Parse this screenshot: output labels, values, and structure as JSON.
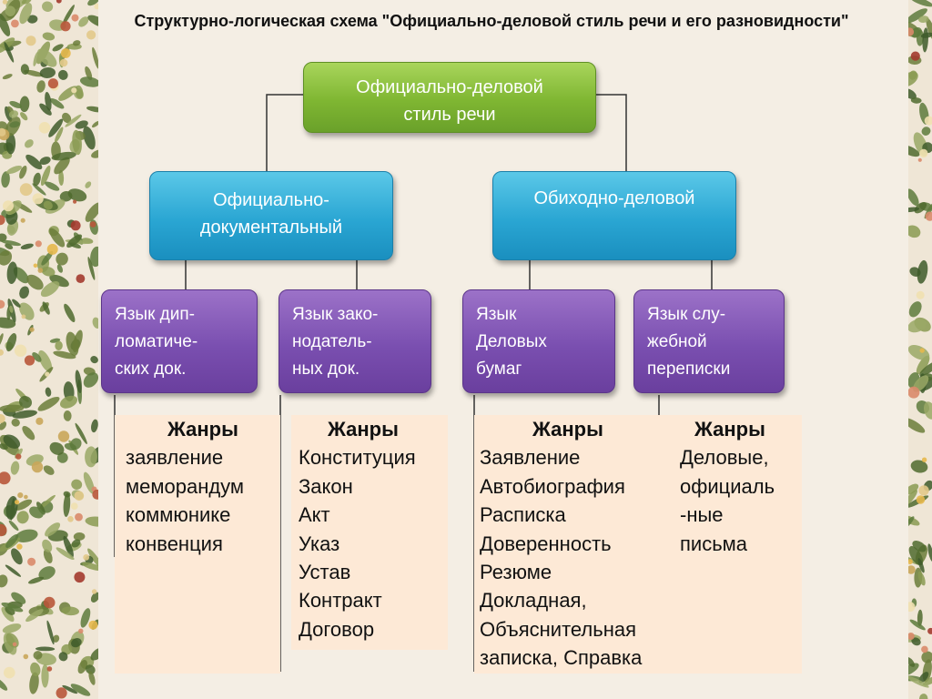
{
  "title": "Структурно-логическая схема \"Официально-деловой стиль речи и его разновидности\"",
  "root": {
    "lines": [
      "Официально-деловой",
      "стиль речи"
    ]
  },
  "branches": [
    {
      "lines": [
        "Официально-",
        "документальный"
      ]
    },
    {
      "lines": [
        "Обиходно-деловой"
      ]
    }
  ],
  "leaves": [
    {
      "lines": [
        "Язык  дип-",
        "ломатиче-",
        "ских  док."
      ]
    },
    {
      "lines": [
        "Язык  зако-",
        "нодатель-",
        "ных  док."
      ]
    },
    {
      "lines": [
        "Язык",
        "Деловых",
        "бумаг"
      ]
    },
    {
      "lines": [
        "Язык  слу-",
        "жебной",
        "переписки"
      ]
    }
  ],
  "genres": [
    {
      "heading": "Жанры",
      "items": [
        "заявление",
        "меморандум",
        "коммюнике",
        "конвенция"
      ]
    },
    {
      "heading": "Жанры",
      "items": [
        "Конституция",
        "Закон",
        "Акт",
        "Указ",
        "Устав",
        "Контракт",
        "Договор"
      ]
    },
    {
      "heading": "Жанры",
      "items": [
        "Заявление",
        "Автобиография",
        "Расписка",
        "Доверенность",
        "Резюме",
        "Докладная,",
        "Объяснительная",
        "записка, Справка"
      ]
    },
    {
      "heading": "Жанры",
      "items": [
        "Деловые,",
        "официаль",
        "-ные",
        "письма"
      ]
    }
  ],
  "colors": {
    "root": "#7fb632",
    "branch": "#2aa6d3",
    "leaf": "#7a4fb0",
    "genre_bg": "#fde9d6",
    "background": "#f4eee4"
  }
}
